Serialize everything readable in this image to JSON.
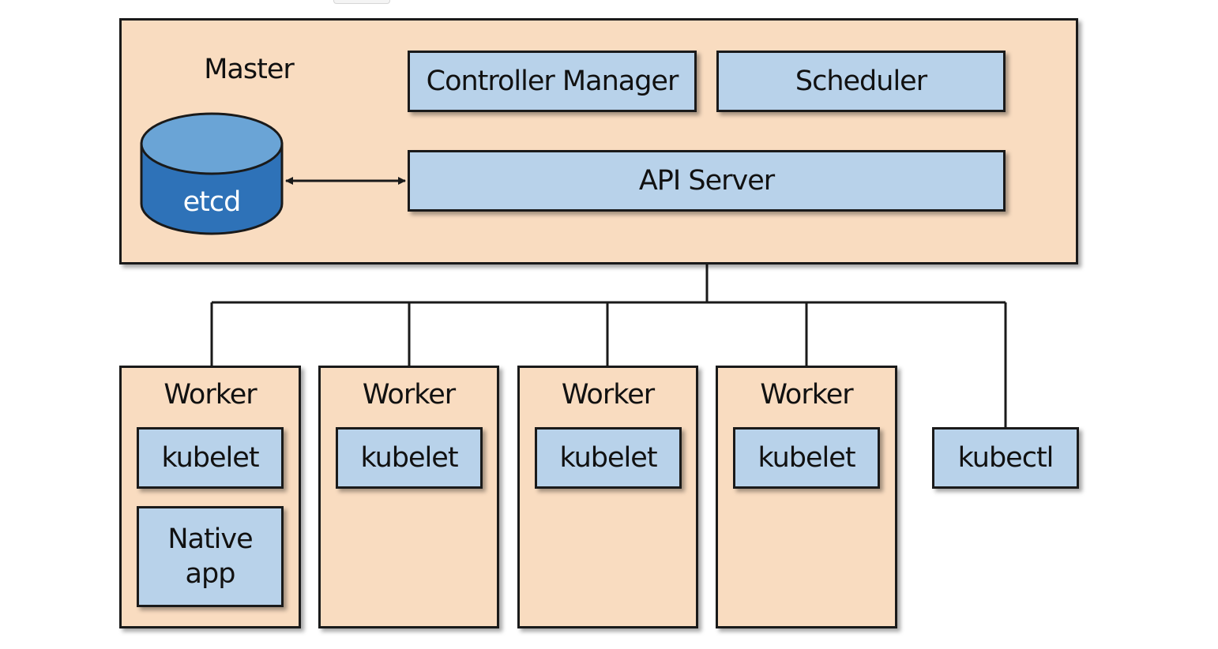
{
  "master": {
    "title": "Master",
    "etcd": "etcd",
    "controller_manager": "Controller Manager",
    "scheduler": "Scheduler",
    "api_server": "API Server"
  },
  "workers": [
    {
      "title": "Worker",
      "kubelet": "kubelet",
      "native_app": "Native\napp"
    },
    {
      "title": "Worker",
      "kubelet": "kubelet"
    },
    {
      "title": "Worker",
      "kubelet": "kubelet"
    },
    {
      "title": "Worker",
      "kubelet": "kubelet"
    }
  ],
  "kubectl": "kubectl",
  "colors": {
    "container_fill": "#f9dcc0",
    "component_fill": "#b8d2ea",
    "etcd_fill": "#2e72b8",
    "etcd_top": "#6aa4d6",
    "stroke": "#1a1a1a"
  }
}
